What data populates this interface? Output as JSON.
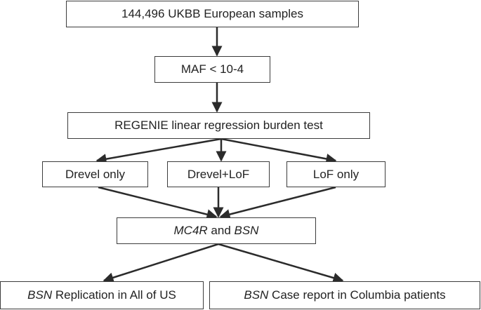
{
  "flowchart": {
    "samples": "144,496 UKBB European samples",
    "maf_filter": "MAF < 10-4",
    "burden_test": "REGENIE linear regression burden test",
    "masks": {
      "drevel_only": "Drevel only",
      "drevel_lof": "Drevel+LoF",
      "lof_only": "LoF only"
    },
    "genes": {
      "gene1": "MC4R",
      "conjunction": " and ",
      "gene2": "BSN"
    },
    "replication": {
      "gene": "BSN",
      "text": " Replication in All of US"
    },
    "case_report": {
      "gene": "BSN",
      "text": " Case report in Columbia patients"
    }
  },
  "colors": {
    "border": "#3c3c3c",
    "arrow": "#2b2b2b",
    "text": "#222222",
    "background": "#ffffff"
  }
}
